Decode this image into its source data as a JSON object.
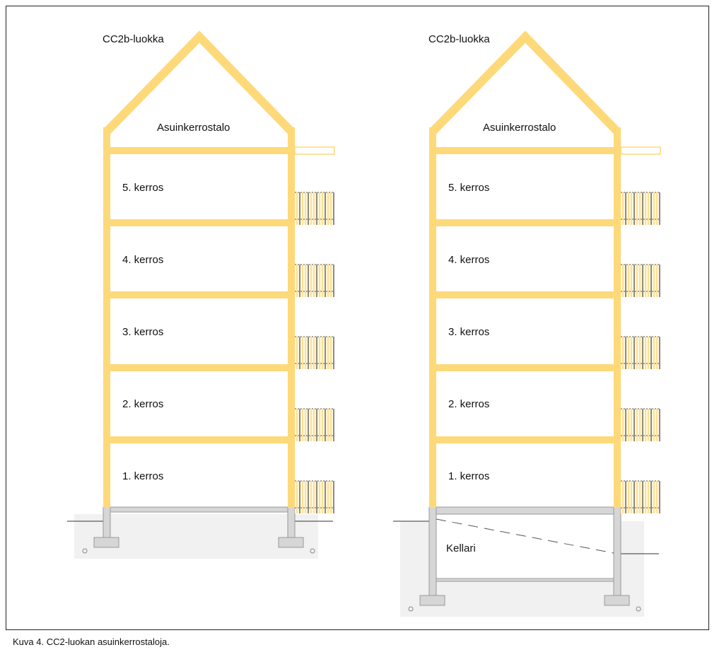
{
  "caption": "Kuva 4. CC2-luokan asuinkerrostaloja.",
  "colors": {
    "structure": "#fdd97a",
    "concrete": "#d6d6d6",
    "soil": "#f1f1f1",
    "outline": "#999999"
  },
  "buildings": [
    {
      "class_label": "CC2b-luokka",
      "type_label": "Asuinkerrostalo",
      "floors": [
        "5. kerros",
        "4. kerros",
        "3. kerros",
        "2. kerros",
        "1. kerros"
      ],
      "basement": false
    },
    {
      "class_label": "CC2b-luokka",
      "type_label": "Asuinkerrostalo",
      "floors": [
        "5. kerros",
        "4. kerros",
        "3. kerros",
        "2. kerros",
        "1. kerros"
      ],
      "basement": true,
      "basement_label": "Kellari"
    }
  ]
}
